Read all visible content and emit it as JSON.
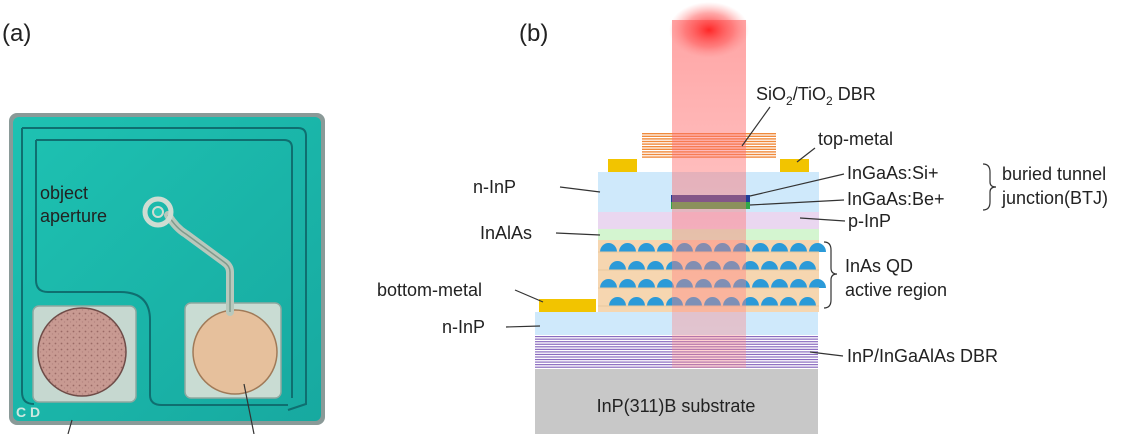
{
  "panel_a": {
    "label": "(a)",
    "annotation_line1": "object",
    "annotation_line2": "aperture",
    "corner_mark": "C D"
  },
  "panel_b": {
    "label": "(b)",
    "labels": {
      "dbr_top_main1": "SiO",
      "dbr_top_sub1": "2",
      "dbr_top_main2": "/TiO",
      "dbr_top_sub2": "2",
      "dbr_top_main3": " DBR",
      "top_metal": "top-metal",
      "n_inp_top": "n-InP",
      "ingaas_si": "InGaAs:Si+",
      "ingaas_be": "InGaAs:Be+",
      "btj_line1": "buried tunnel",
      "btj_line2": "junction(BTJ)",
      "p_inp": "p-InP",
      "inalas": "InAlAs",
      "qd_line1": "InAs QD",
      "qd_line2": "active region",
      "bottom_metal": "bottom-metal",
      "n_inp_bottom": "n-InP",
      "dbr_bottom": "InP/InGaAlAs DBR",
      "substrate": "InP(311)B substrate"
    },
    "colors": {
      "laser": "#ff3b3b",
      "metal": "#f2c400",
      "n_inp": "#cfe9fb",
      "p_inp": "#ead7f0",
      "inalas": "#d4f5d0",
      "qd_dot": "#2b9ad8",
      "qd_bg": "#f6d6b0",
      "dbr_top": "#f08a3c",
      "dbr_bottom": "#8a6bbf",
      "substrate": "#c8c8c8",
      "btj_si": "#1f3f9a",
      "btj_be": "#2fa84a"
    }
  }
}
